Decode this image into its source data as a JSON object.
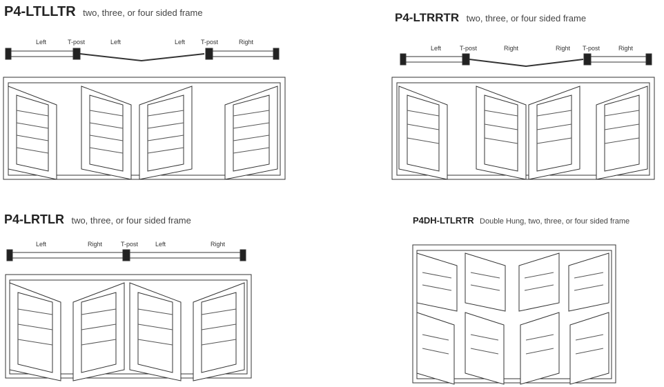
{
  "diagrams": [
    {
      "code": "P4-LTLLTR",
      "description": "two, three, or four sided frame",
      "labels": [
        "Left",
        "T-post",
        "Left",
        "Left",
        "T-post",
        "Right"
      ]
    },
    {
      "code": "P4-LTRRTR",
      "description": "two, three, or four sided frame",
      "labels": [
        "Left",
        "T-post",
        "Right",
        "Right",
        "T-post",
        "Right"
      ]
    },
    {
      "code": "P4-LRTLR",
      "description": "two, three, or four sided frame",
      "labels": [
        "Left",
        "Right",
        "T-post",
        "Left",
        "Right"
      ]
    },
    {
      "code": "P4DH-LTLRTR",
      "description": "Double Hung, two, three, or four sided frame",
      "labels": []
    }
  ]
}
